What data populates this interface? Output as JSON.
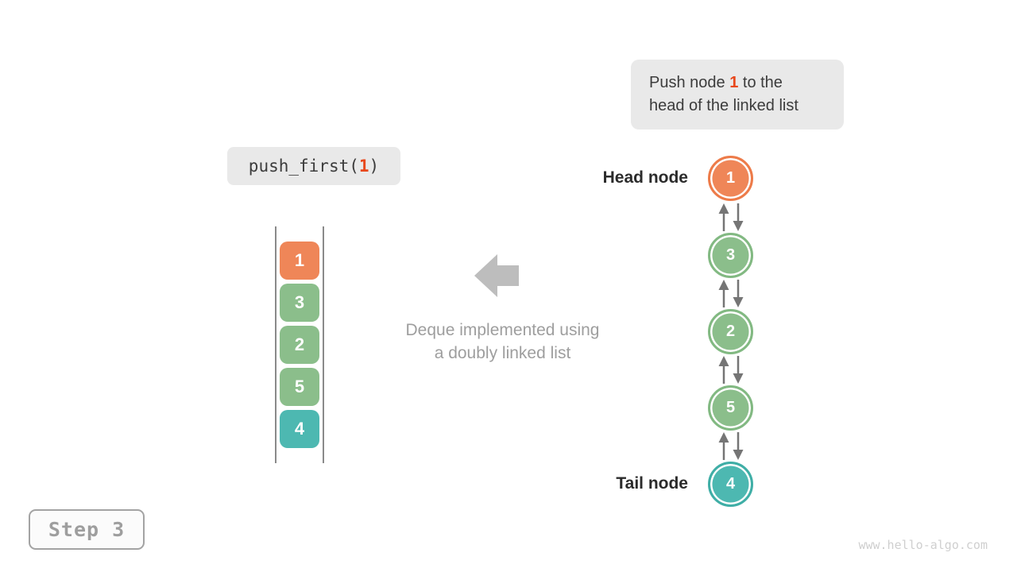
{
  "palette": {
    "orange": "#ef8658",
    "orange_border": "#ed7b49",
    "green": "#8bbe8b",
    "green_border": "#82b982",
    "teal": "#4db8b1",
    "teal_border": "#3faea6",
    "highlight": "#e8481c",
    "box_bg": "#e9e9e9",
    "dark_text": "#3c3c3c",
    "gray_text": "#9e9e9e",
    "small_arrow": "#757575",
    "big_arrow": "#bdbdbd"
  },
  "note": {
    "line1_prefix": "Push node ",
    "line1_highlight": "1",
    "line1_suffix": " to the",
    "line2": "head of the linked list"
  },
  "code": {
    "prefix": "push_first(",
    "arg": "1",
    "suffix": ")"
  },
  "stack": {
    "items": [
      {
        "value": "1",
        "color": "#ef8658"
      },
      {
        "value": "3",
        "color": "#8bbe8b"
      },
      {
        "value": "2",
        "color": "#8bbe8b"
      },
      {
        "value": "5",
        "color": "#8bbe8b"
      },
      {
        "value": "4",
        "color": "#4db8b1"
      }
    ]
  },
  "caption": {
    "line1": "Deque implemented using",
    "line2": "a doubly linked list"
  },
  "list": {
    "head_label": "Head node",
    "tail_label": "Tail node",
    "nodes": [
      {
        "value": "1",
        "color": "#ef8658",
        "border": "#ed7b49"
      },
      {
        "value": "3",
        "color": "#8bbe8b",
        "border": "#82b982"
      },
      {
        "value": "2",
        "color": "#8bbe8b",
        "border": "#82b982"
      },
      {
        "value": "5",
        "color": "#8bbe8b",
        "border": "#82b982"
      },
      {
        "value": "4",
        "color": "#4db8b1",
        "border": "#3faea6"
      }
    ]
  },
  "step": {
    "label": "Step 3"
  },
  "watermark": "www.hello-algo.com"
}
